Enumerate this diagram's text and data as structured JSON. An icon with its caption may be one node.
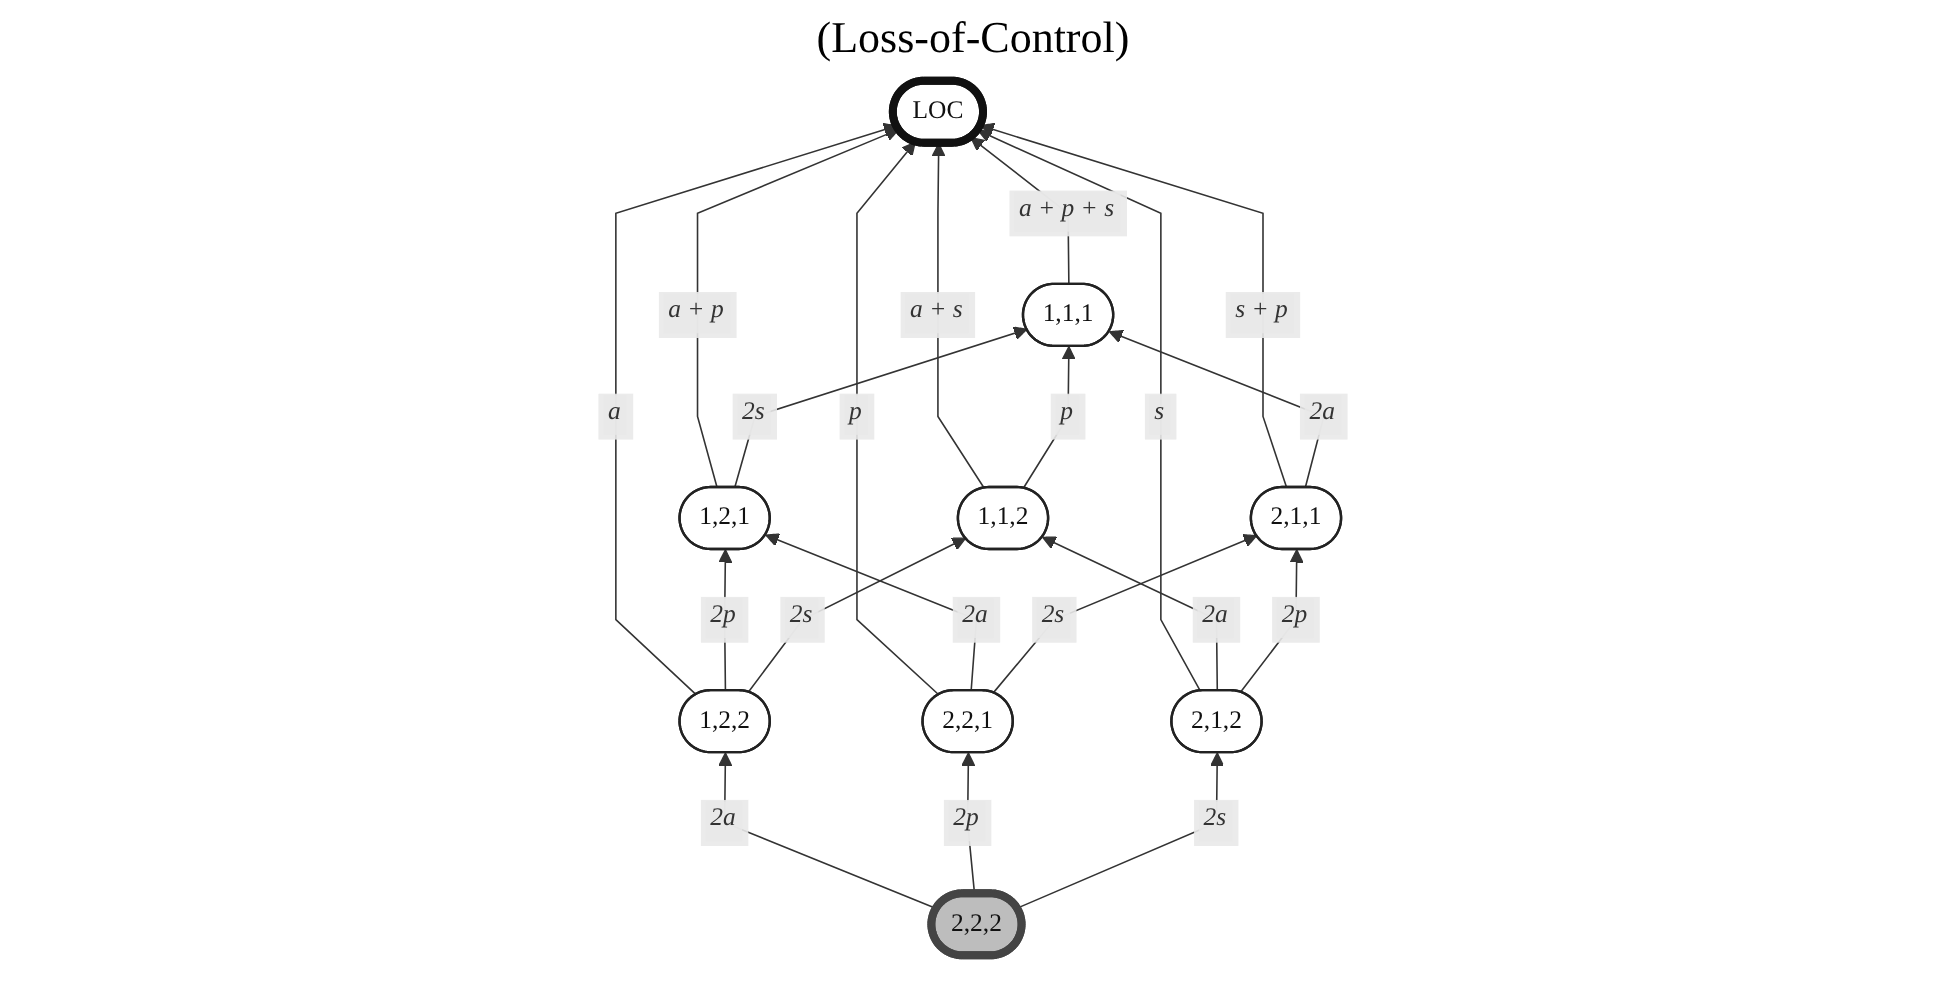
{
  "diagram": {
    "title": "(Loss-of-Control)",
    "nodes": [
      {
        "text": [
          "LOC"
        ]
      },
      {
        "text": [
          "1,1,1"
        ]
      },
      {
        "text": [
          "1,2,1"
        ]
      },
      {
        "text": [
          "1,2,2"
        ]
      },
      {
        "text": [
          "1,1,2"
        ]
      },
      {
        "text": [
          "2,1,1"
        ]
      },
      {
        "text": [
          "2,2,1"
        ]
      },
      {
        "text": [
          "2,2,2"
        ]
      },
      {
        "text": [
          "2,1,2"
        ]
      }
    ],
    "edges": [
      {
        "from": 5,
        "to": 0,
        "arrow": "to",
        "label": "s + p"
      },
      {
        "from": 1,
        "to": 0,
        "arrow": "to",
        "label": "a + p + s"
      },
      {
        "from": 2,
        "to": 0,
        "arrow": "to",
        "label": "a + p"
      },
      {
        "from": 6,
        "to": 0,
        "arrow": "to",
        "label": "p"
      },
      {
        "from": 3,
        "to": 0,
        "arrow": "to",
        "label": "a"
      },
      {
        "from": 4,
        "to": 0,
        "arrow": "to",
        "label": "a + s"
      },
      {
        "from": 8,
        "to": 0,
        "arrow": "to",
        "label": "s"
      },
      {
        "from": 2,
        "to": 1,
        "arrow": "to",
        "label": "2s"
      },
      {
        "from": 3,
        "to": 2,
        "arrow": "to",
        "label": "2p"
      },
      {
        "from": 3,
        "to": 4,
        "arrow": "to",
        "label": "2s"
      },
      {
        "from": 4,
        "to": 1,
        "arrow": "to",
        "label": "p"
      },
      {
        "from": 5,
        "to": 1,
        "arrow": "to",
        "label": "2a"
      },
      {
        "from": 6,
        "to": 2,
        "arrow": "to",
        "label": "2a"
      },
      {
        "from": 7,
        "to": 3,
        "arrow": "to",
        "label": "2a"
      },
      {
        "from": 8,
        "to": 4,
        "arrow": "to",
        "label": "2a"
      },
      {
        "from": 6,
        "to": 5,
        "arrow": "to",
        "label": "2s"
      },
      {
        "from": 7,
        "to": 6,
        "arrow": "to",
        "label": "2p"
      },
      {
        "from": 7,
        "to": 8,
        "arrow": "to",
        "label": "2s"
      },
      {
        "from": 8,
        "to": 5,
        "arrow": "to",
        "label": "2p"
      }
    ]
  }
}
